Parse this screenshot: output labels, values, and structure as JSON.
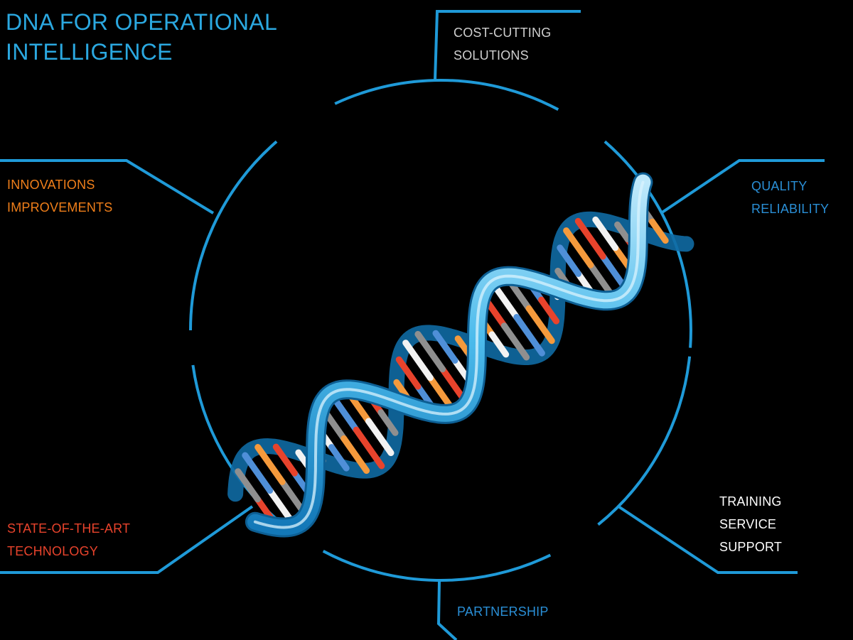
{
  "title": {
    "lines": [
      "DNA FOR OPERATIONAL",
      "INTELLIGENCE"
    ]
  },
  "colors": {
    "background": "#000000",
    "accent_blue": "#1f9ad8",
    "title_blue": "#2ba8e0",
    "orange": "#f07f1a",
    "red": "#e8432c",
    "grey": "#d0d0d0",
    "white": "#ffffff",
    "helix_blue": "#5cc3ef"
  },
  "labels": {
    "cost": {
      "lines": [
        "COST-CUTTING",
        "SOLUTIONS"
      ],
      "color": "#cfcfcf"
    },
    "innovations": {
      "lines": [
        "INNOVATIONS",
        "IMPROVEMENTS"
      ],
      "color": "#f07f1a"
    },
    "quality": {
      "lines": [
        "QUALITY",
        "RELIABILITY"
      ],
      "color": "#2a8fd6"
    },
    "training": {
      "lines": [
        "TRAINING",
        "SERVICE",
        "SUPPORT"
      ],
      "color": "#ffffff"
    },
    "state": {
      "lines": [
        "STATE-OF-THE-ART",
        "TECHNOLOGY"
      ],
      "color": "#e8432c"
    },
    "partnership": {
      "lines": [
        "PARTNERSHIP"
      ],
      "color": "#2a8fd6"
    }
  },
  "illustration": {
    "subject": "dna-double-helix",
    "rung_colors": [
      "#f59a3c",
      "#e8432c",
      "#f2f2f2",
      "#8f8f8f",
      "#4f8fd8"
    ]
  }
}
